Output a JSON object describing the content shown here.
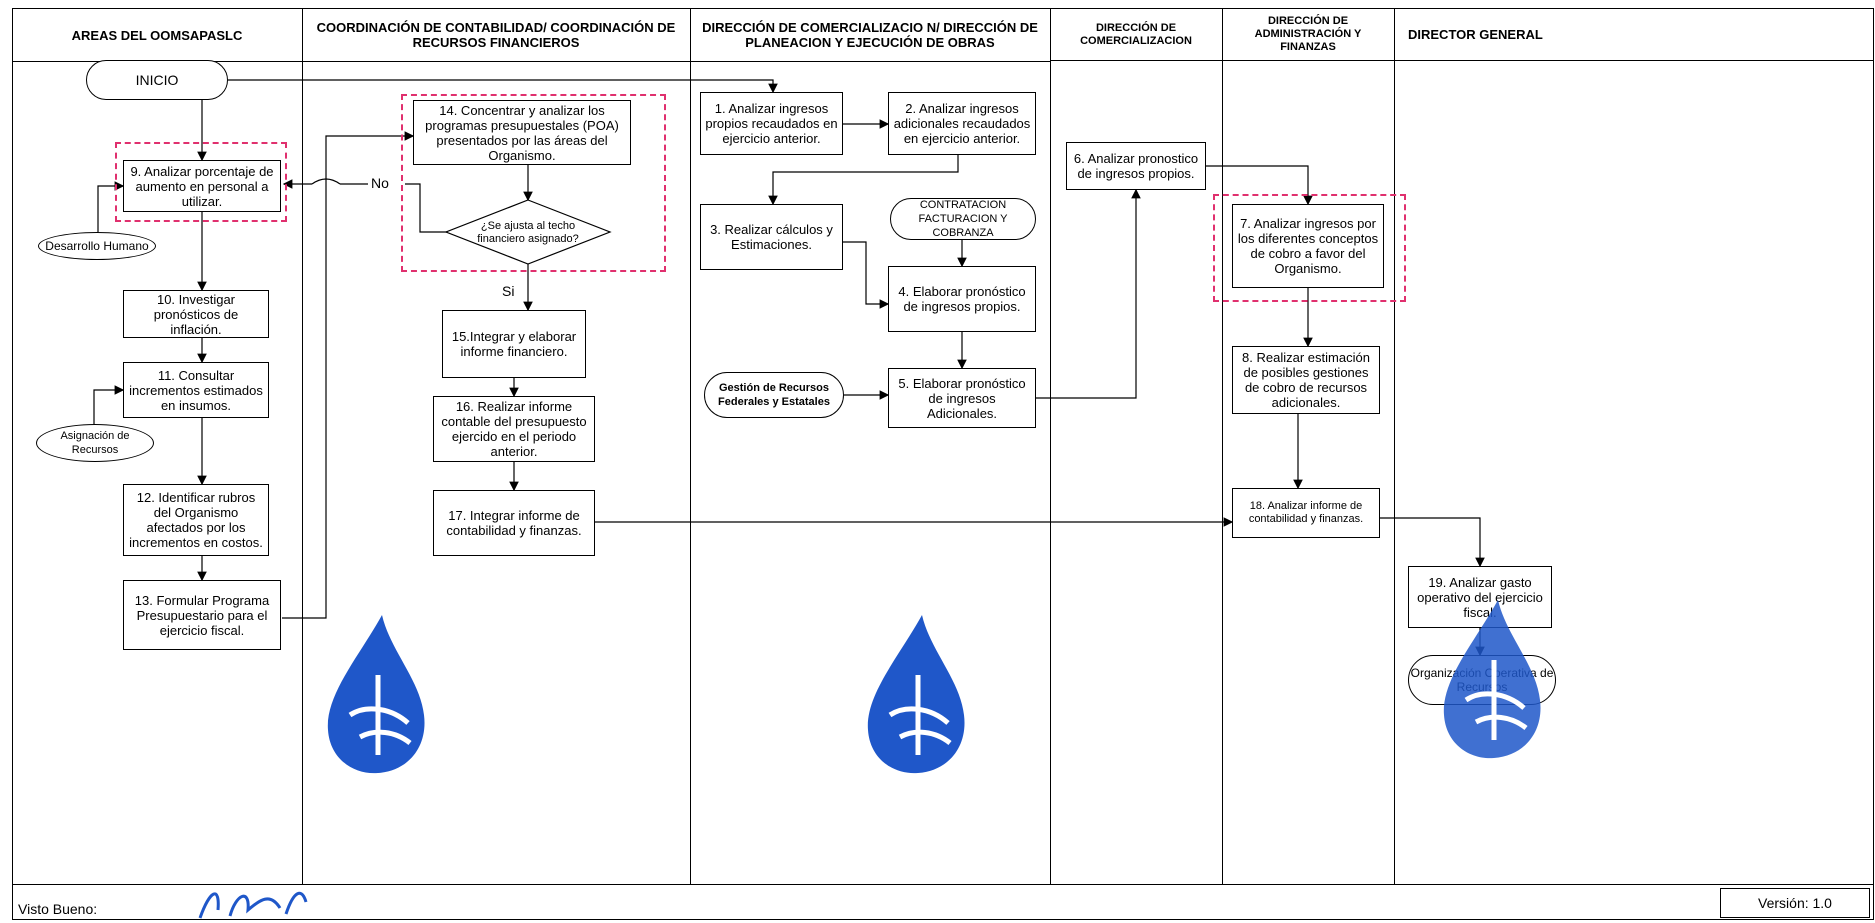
{
  "lanes": [
    "AREAS DEL OOMSAPASLC",
    "COORDINACIÓN DE CONTABILIDAD/ COORDINACIÓN DE RECURSOS FINANCIEROS",
    "DIRECCIÓN DE COMERCIALIZACIO N/ DIRECCIÓN DE PLANEACION Y EJECUCIÓN DE OBRAS",
    "DIRECCIÓN DE COMERCIALIZACION",
    "DIRECCIÓN DE ADMINISTRACIÓN Y FINANZAS",
    "DIRECTOR GENERAL"
  ],
  "nodes": {
    "inicio": "INICIO",
    "n9": "9. Analizar porcentaje de aumento en personal a utilizar.",
    "desarrollo": "Desarrollo Humano",
    "n10": "10. Investigar pronósticos de inflación.",
    "n11": "11. Consultar incrementos estimados en insumos.",
    "asignacion": "Asignación de Recursos",
    "n12": "12. Identificar rubros del Organismo afectados por los incrementos en costos.",
    "n13": "13. Formular Programa Presupuestario para el ejercicio fiscal.",
    "n14": "14. Concentrar y analizar los programas presupuestales (POA) presentados por las áreas del Organismo.",
    "decision": "¿Se ajusta al techo financiero asignado?",
    "no": "No",
    "si": "Si",
    "n15": "15.Integrar y elaborar informe financiero.",
    "n16": "16. Realizar informe contable del presupuesto ejercido en el periodo anterior.",
    "n17": "17. Integrar informe de contabilidad y finanzas.",
    "n1": "1. Analizar ingresos propios recaudados en ejercicio anterior.",
    "n2": "2. Analizar ingresos adicionales recaudados en ejercicio anterior.",
    "n3": "3. Realizar cálculos y Estimaciones.",
    "contratacion": "CONTRATACION FACTURACION Y COBRANZA",
    "n4": "4. Elaborar pronóstico de ingresos propios.",
    "gestion": "Gestión de Recursos Federales y Estatales",
    "n5": "5. Elaborar pronóstico de ingresos Adicionales.",
    "n6": "6. Analizar pronostico de ingresos propios.",
    "n7": "7. Analizar ingresos por los diferentes conceptos de cobro a favor del Organismo.",
    "n8": "8. Realizar estimación de posibles gestiones de cobro de recursos adicionales.",
    "n18": "18. Analizar informe de contabilidad y finanzas.",
    "n19": "19. Analizar gasto operativo del ejercicio fiscal.",
    "organizacion": "Organización Operativa de Recursos"
  },
  "footer": {
    "visto": "Visto Bueno:",
    "version": "Versión: 1.0"
  },
  "colors": {
    "highlight_dash": "#e0306e",
    "drop_logo": "#1f57c9"
  }
}
